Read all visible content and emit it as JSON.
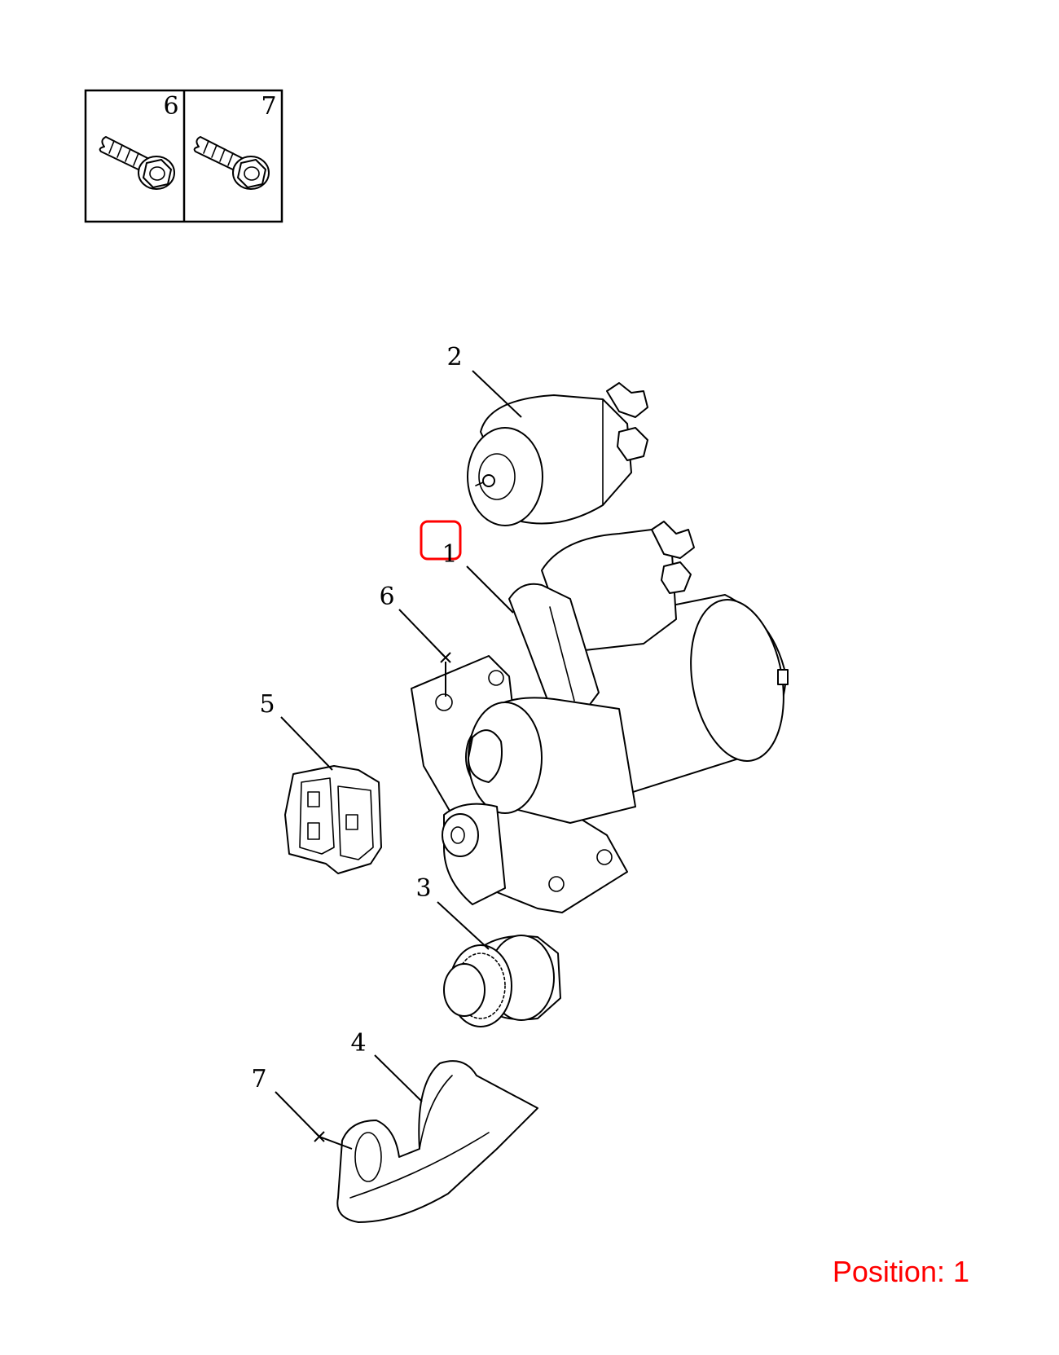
{
  "inset": {
    "labels": [
      "6",
      "7"
    ]
  },
  "callouts": {
    "c1": "1",
    "c2": "2",
    "c3": "3",
    "c4": "4",
    "c5": "5",
    "c6": "6",
    "c7": "7"
  },
  "highlight": {
    "color": "#ff0000",
    "selected_callout": "1"
  },
  "position_label": "Position: 1"
}
